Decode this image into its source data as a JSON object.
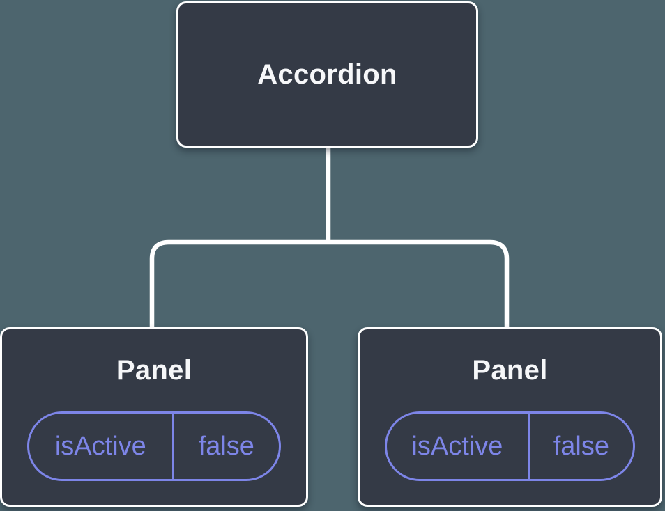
{
  "diagram": {
    "root": {
      "label": "Accordion"
    },
    "children": [
      {
        "label": "Panel",
        "state": {
          "key": "isActive",
          "value": "false"
        }
      },
      {
        "label": "Panel",
        "state": {
          "key": "isActive",
          "value": "false"
        }
      }
    ]
  },
  "colors": {
    "background": "#4d656e",
    "node_fill": "#343a46",
    "node_border": "#ffffff",
    "node_text": "#f6f7f9",
    "state_accent": "#7d85e8",
    "connector": "#ffffff"
  }
}
